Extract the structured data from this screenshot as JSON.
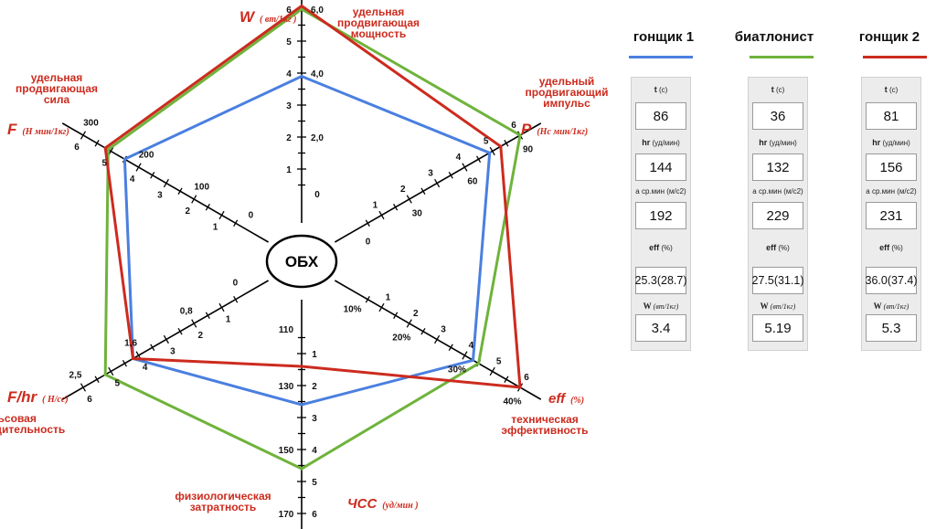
{
  "chart_data": {
    "type": "radar",
    "center_label": "ОБХ",
    "axes": [
      {
        "key": "W",
        "name": "W",
        "unit": "( вт/1кг )",
        "desc": [
          "удельная",
          "продвигающая",
          "мощность"
        ],
        "scale_ticks": [
          "6,0",
          "4,0",
          "2,0",
          "0"
        ],
        "num_ticks": [
          "1",
          "2",
          "3",
          "4",
          "5",
          "6"
        ]
      },
      {
        "key": "P",
        "name": "P",
        "unit": "(Нс мин/1кг)",
        "desc": [
          "удельный",
          "продвигающий",
          "импульс"
        ],
        "scale_ticks": [
          "0",
          "30",
          "60",
          "90"
        ],
        "num_ticks": [
          "1",
          "2",
          "3",
          "4",
          "5",
          "6"
        ]
      },
      {
        "key": "eff",
        "name": "eff",
        "unit": "(%)",
        "desc": [
          "техническая",
          "эффективность"
        ],
        "scale_ticks": [
          "10%",
          "20%",
          "30%",
          "40%"
        ],
        "num_ticks": [
          "1",
          "2",
          "3",
          "4",
          "5",
          "6"
        ]
      },
      {
        "key": "hr",
        "name": "ЧСС",
        "unit": "(уд/мин )",
        "desc": [
          "физиологическая",
          "затратность"
        ],
        "scale_ticks": [
          "170",
          "150",
          "130",
          "110"
        ],
        "num_ticks": [
          "1",
          "2",
          "3",
          "4",
          "5",
          "6"
        ]
      },
      {
        "key": "Fhr",
        "name": "F/hr",
        "unit": "( Н/сс)",
        "desc": [
          "пульсовая",
          "производительность"
        ],
        "scale_ticks": [
          "0",
          "0,8",
          "1,6",
          "2,5"
        ],
        "num_ticks": [
          "1",
          "2",
          "3",
          "4",
          "5",
          "6"
        ]
      },
      {
        "key": "F",
        "name": "F",
        "unit": "(Н мин/1кг)",
        "desc": [
          "удельная",
          "продвигающая",
          "сила"
        ],
        "scale_ticks": [
          "0",
          "100",
          "200",
          "300"
        ],
        "num_ticks": [
          "1",
          "2",
          "3",
          "4",
          "5",
          "6"
        ]
      }
    ],
    "range": [
      0,
      6
    ],
    "series": [
      {
        "name": "гонщик 1",
        "color": "#4a7fe0",
        "values": [
          3.9,
          4.9,
          4.3,
          2.6,
          4.2,
          4.5
        ]
      },
      {
        "name": "биатлонист",
        "color": "#6fb33b",
        "values": [
          6.0,
          6.0,
          4.5,
          4.6,
          5.2,
          5.1
        ]
      },
      {
        "name": "гонщик 2",
        "color": "#cc2b1e",
        "values": [
          6.1,
          5.3,
          6.0,
          1.4,
          4.2,
          5.2
        ]
      }
    ]
  },
  "panels": [
    {
      "title": "гонщик 1",
      "color": "#4a7fe0",
      "t": "86",
      "hr": "144",
      "a": "192",
      "eff": "25.3(28.7)",
      "w": "3.4"
    },
    {
      "title": "биатлонист",
      "color": "#6fb33b",
      "t": "36",
      "hr": "132",
      "a": "229",
      "eff": "27.5(31.1)",
      "w": "5.19"
    },
    {
      "title": "гонщик 2",
      "color": "#cc2b1e",
      "t": "81",
      "hr": "156",
      "a": "231",
      "eff": "36.0(37.4)",
      "w": "5.3"
    }
  ],
  "panel_labels": {
    "t_name": "t",
    "t_unit": "(с)",
    "hr_name": "hr",
    "hr_unit": "(уд/мин)",
    "a_label": "а ср.мин (м/с2)",
    "eff_name": "eff",
    "eff_unit": "(%)",
    "w_name": "W",
    "w_unit": "(вт/1кг)"
  }
}
